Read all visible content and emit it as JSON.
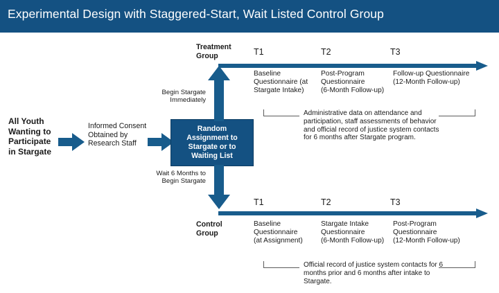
{
  "title": "Experimental Design with Staggered-Start, Wait Listed Control Group",
  "colors": {
    "header_bg": "#145182",
    "box_fill": "#145182",
    "arrow_blue": "#185C8C",
    "text": "#1a1a1a",
    "bracket": "#5a5a5a"
  },
  "flow": {
    "start_label": "All Youth\nWanting to\nParticipate\nin Stargate",
    "consent_label": "Informed Consent\nObtained by\nResearch Staff",
    "random_assignment_label": "Random\nAssignment to\nStargate or to\nWaiting List",
    "branch_up_label": "Begin Stargate\nImmediately",
    "branch_down_label": "Wait 6 Months to\nBegin Stargate"
  },
  "treatment": {
    "group_label": "Treatment\nGroup",
    "timepoints": [
      {
        "marker": "T1",
        "description": "Baseline\nQuestionnaire (at\nStargate Intake)"
      },
      {
        "marker": "T2",
        "description": "Post-Program\nQuestionnaire\n(6-Month Follow-up)"
      },
      {
        "marker": "T3",
        "description": "Follow-up Questionnaire\n(12-Month Follow-up)"
      }
    ],
    "span_note": "Administrative data on attendance and participation, staff assessments of behavior and official record of justice system contacts for 6 months after Stargate program."
  },
  "control": {
    "group_label": "Control\nGroup",
    "timepoints": [
      {
        "marker": "T1",
        "description": "Baseline\nQuestionnaire\n(at Assignment)"
      },
      {
        "marker": "T2",
        "description": "Stargate Intake\nQuestionnaire\n(6-Month Follow-up)"
      },
      {
        "marker": "T3",
        "description": "Post-Program\nQuestionnaire\n(12-Month Follow-up)"
      }
    ],
    "span_note": "Official record of justice system contacts for 6 months prior and 6 months after intake to Stargate."
  }
}
